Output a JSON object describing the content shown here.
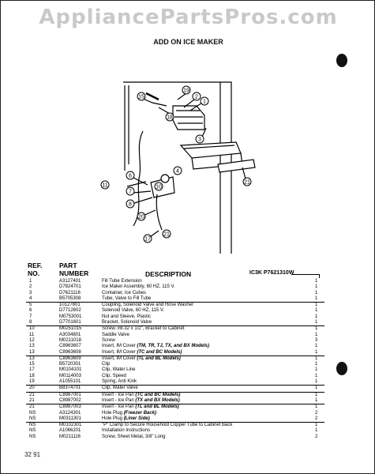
{
  "watermark": "AppliancePartsPros.com",
  "title": "ADD ON ICE MAKER",
  "headers": {
    "ref_line1": "REF.",
    "ref_line2": "NO.",
    "part_line1": "PART",
    "part_line2": "NUMBER",
    "description": "DESCRIPTION",
    "model": "IC3K  P7621310W"
  },
  "parts": [
    {
      "ref": "1",
      "part": "A3127401",
      "desc": "Fill Tube Extension",
      "desc_italic": "",
      "qty": "1"
    },
    {
      "ref": "2",
      "part": "D7824701",
      "desc": "Ice Maker Assembly, 60 HZ, 115 V.",
      "desc_italic": "",
      "qty": "1"
    },
    {
      "ref": "3",
      "part": "D7621116",
      "desc": "Container, Ice Cubes",
      "desc_italic": "",
      "qty": "1"
    },
    {
      "ref": "4",
      "part": "B5705308",
      "desc": "Tube, Valve to Fill Tube",
      "desc_italic": "",
      "qty": "1"
    },
    {
      "ref": "5",
      "part": "10127801",
      "desc": "Coupling, Solenoid Valve and Hose Washer",
      "desc_italic": "",
      "qty": "1"
    },
    {
      "ref": "6",
      "part": "D7712602",
      "desc": "Solenoid Valve, 60 HZ, 115 V.",
      "desc_italic": "",
      "qty": "1"
    },
    {
      "ref": "7",
      "part": "M0753001",
      "desc": "Nut and Sleeve, Plastic",
      "desc_italic": "",
      "qty": "1"
    },
    {
      "ref": "8",
      "part": "D7701601",
      "desc": "Bracket, Solenoid Valve",
      "desc_italic": "",
      "qty": "1"
    },
    {
      "ref": "10",
      "part": "M0251015",
      "desc": "Screw, #8-32 x 1/2\", Bracket to Cabinet",
      "desc_italic": "",
      "qty": "1"
    },
    {
      "ref": "11",
      "part": "A3034801",
      "desc": "Saddle Valve",
      "desc_italic": "",
      "qty": "1"
    },
    {
      "ref": "12",
      "part": "M0211018",
      "desc": "Screw",
      "desc_italic": "",
      "qty": "3"
    },
    {
      "ref": "13",
      "part": "C8963607",
      "desc": "Insert, IM Cover ",
      "desc_italic": "(TM, TR, TJ, TX, and BX Models)",
      "qty": "1"
    },
    {
      "ref": "13",
      "part": "C8963608",
      "desc": "Insert, IM Cover ",
      "desc_italic": "(TC and BC Models)",
      "qty": "1"
    },
    {
      "ref": "13",
      "part": "C8963609",
      "desc": "Insert, IM Cover ",
      "desc_italic": "(TL and BL Models)",
      "qty": "1"
    },
    {
      "ref": "15",
      "part": "B5720301",
      "desc": "Clip",
      "desc_italic": "",
      "qty": "1"
    },
    {
      "ref": "17",
      "part": "M0104101",
      "desc": "Clip, Water Line",
      "desc_italic": "",
      "qty": "1"
    },
    {
      "ref": "18",
      "part": "M0114003",
      "desc": "Clip, Speed",
      "desc_italic": "",
      "qty": "1"
    },
    {
      "ref": "19",
      "part": "A1055101",
      "desc": "Spring, Anti Kink",
      "desc_italic": "",
      "qty": "1"
    },
    {
      "ref": "20",
      "part": "B8374701",
      "desc": "Clip, Water Valve",
      "desc_italic": "",
      "qty": "1"
    },
    {
      "ref": "21",
      "part": "C8987001",
      "desc": "Insert - Ice Pan ",
      "desc_italic": "(TC and BC Models)",
      "qty": "1"
    },
    {
      "ref": "21",
      "part": "C8987002",
      "desc": "Insert - Ice Pan ",
      "desc_italic": "(TX and BX Models)",
      "qty": "1"
    },
    {
      "ref": "21",
      "part": "C8987003",
      "desc": "Insert - Ice Pan ",
      "desc_italic": "(TL and BL Models)",
      "qty": "1"
    },
    {
      "ref": "NS",
      "part": "A3124301",
      "desc": "Hole Plug ",
      "desc_italic": "(Freezer Back)",
      "qty": "2"
    },
    {
      "ref": "NS",
      "part": "M0311301",
      "desc": "Hole Plug ",
      "desc_italic": "(Liner Side)",
      "qty": "2"
    },
    {
      "ref": "NS",
      "part": "M0102301",
      "desc": "\"P\" Clamp to Secure Household Copper Tube to Cabinet Back",
      "desc_italic": "",
      "qty": "1"
    },
    {
      "ref": "NS",
      "part": "A1066201",
      "desc": "Installation Instructions",
      "desc_italic": "",
      "qty": "1"
    },
    {
      "ref": "NS",
      "part": "M0211116",
      "desc": "Screw, Sheet Metal, 3/8\" Long",
      "desc_italic": "",
      "qty": "2"
    }
  ],
  "diagram_callouts": [
    "19",
    "2",
    "15",
    "1",
    "6",
    "7",
    "8",
    "20",
    "17",
    "10",
    "21",
    "3",
    "18",
    "4",
    "11",
    "21"
  ],
  "footer": "32 91"
}
